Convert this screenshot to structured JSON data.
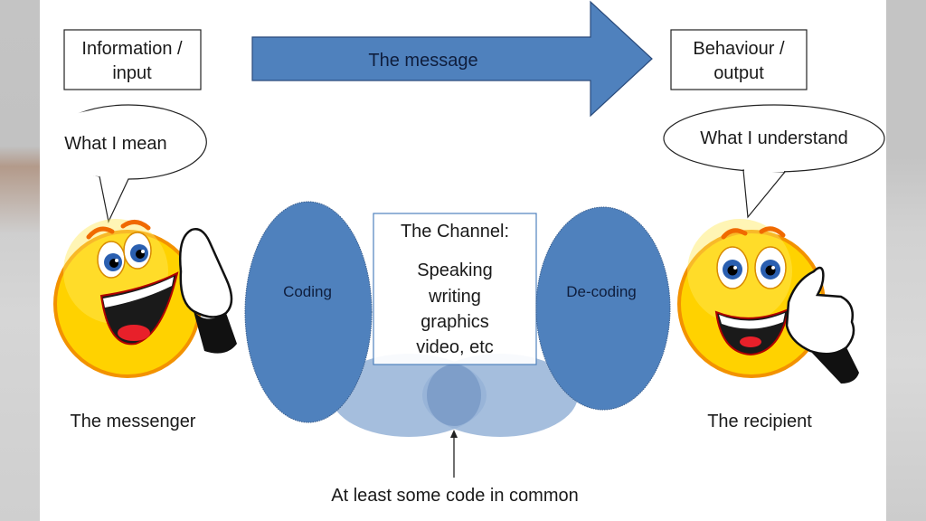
{
  "colors": {
    "arrow_fill": "#4f81bd",
    "arrow_stroke": "#2a4b7c",
    "ellipse_fill": "#4f81bd",
    "overlap_fill": "#95b3d7",
    "smiley_yellow": "#ffd200",
    "smiley_orange": "#f39200",
    "eye_blue": "#2a5fb0"
  },
  "header": {
    "input_box": {
      "line1": "Information /",
      "line2": "input"
    },
    "message_arrow": "The message",
    "output_box": {
      "line1": "Behaviour /",
      "line2": "output"
    }
  },
  "speech": {
    "left": "What I mean",
    "right": "What I understand"
  },
  "process": {
    "coding": "Coding",
    "decoding": "De-coding",
    "channel": {
      "title": "The Channel:",
      "items": [
        "Speaking",
        "writing",
        "graphics",
        "video, etc"
      ]
    }
  },
  "actors": {
    "messenger": "The messenger",
    "recipient": "The recipient"
  },
  "footer": {
    "common_code": "At least some code in common"
  }
}
